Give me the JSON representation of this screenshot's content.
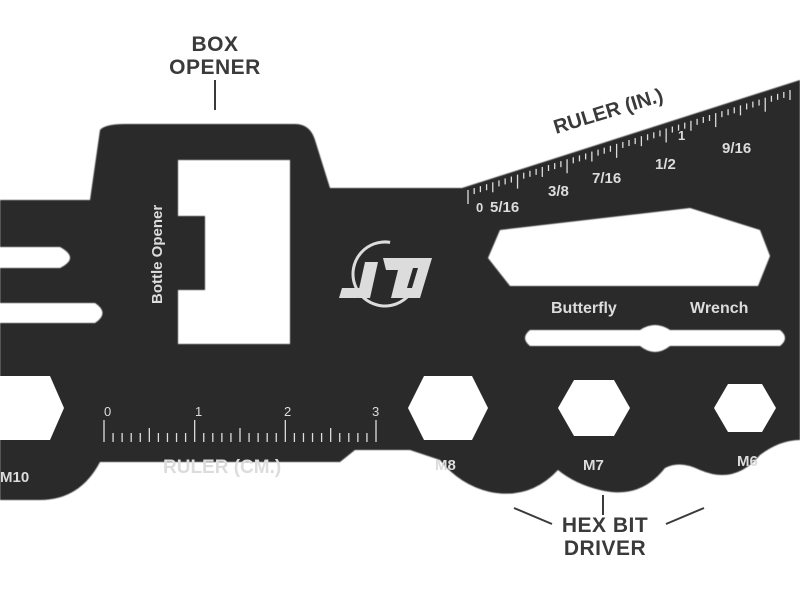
{
  "callouts": {
    "box_opener": [
      "BOX",
      "OPENER"
    ],
    "hex_bit_driver": [
      "HEX BIT",
      "DRIVER"
    ],
    "ruler_in": "RULER (IN.)",
    "ruler_cm": "RULER (CM.)"
  },
  "engravings": {
    "bottle_opener": "Bottle Opener",
    "butterfly": "Butterfly",
    "wrench": "Wrench"
  },
  "inch_ticks": [
    "0",
    "5/16",
    "3/8",
    "7/16",
    "1/2",
    "9/16"
  ],
  "inch_one": "1",
  "cm_ticks": [
    "0",
    "1",
    "2",
    "3"
  ],
  "hex_sizes": [
    "M10",
    "M8",
    "M7",
    "M6"
  ],
  "colors": {
    "tool_body": "#2b2b2b",
    "engraving": "#dcdcdc",
    "callout_text": "#3a3a3a",
    "background": "#ffffff"
  },
  "logo_icon": "brand-logo-icon"
}
